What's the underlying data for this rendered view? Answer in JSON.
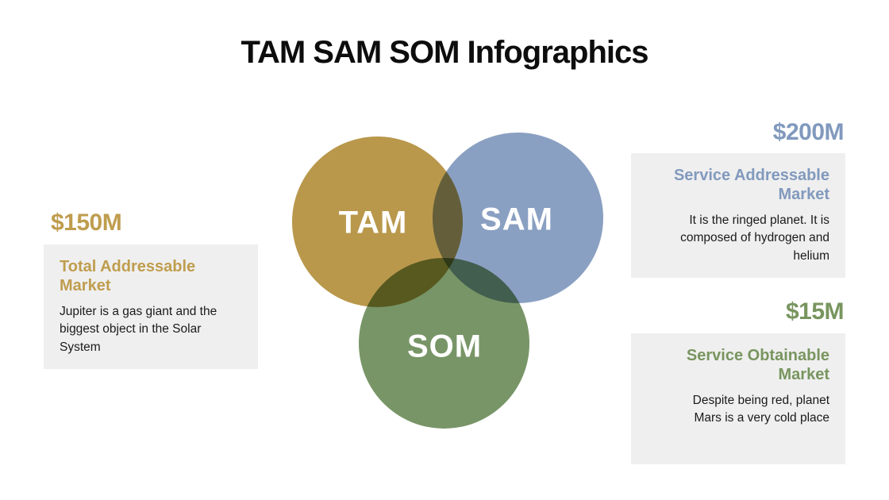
{
  "title": "TAM SAM SOM Infographics",
  "colors": {
    "card_bg": "#efefef",
    "title": "#0d0d0d",
    "body_text": "#1a1a1a"
  },
  "venn": {
    "circles": [
      {
        "id": "tam",
        "label": "TAM",
        "color": "#b9984c"
      },
      {
        "id": "sam",
        "label": "SAM",
        "color": "#8aa0c2"
      },
      {
        "id": "som",
        "label": "SOM",
        "color": "#789567"
      }
    ]
  },
  "cards": {
    "tam": {
      "value": "$150M",
      "heading": "Total Addressable Market",
      "body": "Jupiter is a gas giant and the biggest object in the Solar System",
      "accent": "#bf9d4e"
    },
    "sam": {
      "value": "$200M",
      "heading": "Service Addressable Market",
      "body": "It is the ringed planet. It is composed of hydrogen and helium",
      "accent": "#8199bd"
    },
    "som": {
      "value": "$15M",
      "heading": "Service Obtainable Market",
      "body": "Despite being red, planet Mars is a very cold place",
      "accent": "#78955f"
    }
  }
}
